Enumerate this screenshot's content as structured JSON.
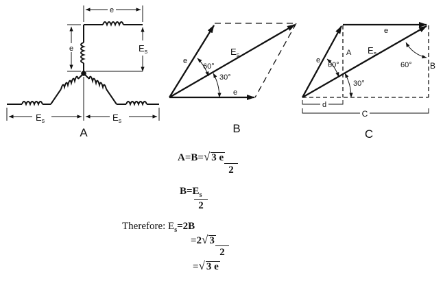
{
  "figure": {
    "panel_a": {
      "caption": "A",
      "label_e_top": "e",
      "label_e_left": "e",
      "label_es_right": "E",
      "label_es_left": "E",
      "label_es_bottom_right": "E",
      "sub_s": "s"
    },
    "panel_b": {
      "caption": "B",
      "label_e_side": "e",
      "label_e_bottom": "e",
      "label_es": "E",
      "sub_s": "s",
      "angle_60": "60°",
      "angle_30": "30°"
    },
    "panel_c": {
      "caption": "C",
      "label_e_side": "e",
      "label_e_top": "e",
      "label_es": "E",
      "sub_s": "s",
      "label_a": "A",
      "label_b": "B",
      "label_c": "C",
      "label_d": "d",
      "angle_60_left": "60°",
      "angle_30": "30°",
      "angle_60_right": "60°"
    }
  },
  "equations": {
    "eq1_lhs": "A=B=",
    "eq1_rad": "3 e",
    "eq1_den": "2",
    "eq2_lhs": "B=E",
    "eq2_sub": "s",
    "eq2_den": "2",
    "therefore": "Therefore: E",
    "therefore_sub": "s",
    "therefore_rhs": "=2B",
    "eq4_lhs": "=2",
    "eq4_rad": "3",
    "eq4_den": "2",
    "eq5_lhs": "=",
    "eq5_rad": "3 e"
  }
}
